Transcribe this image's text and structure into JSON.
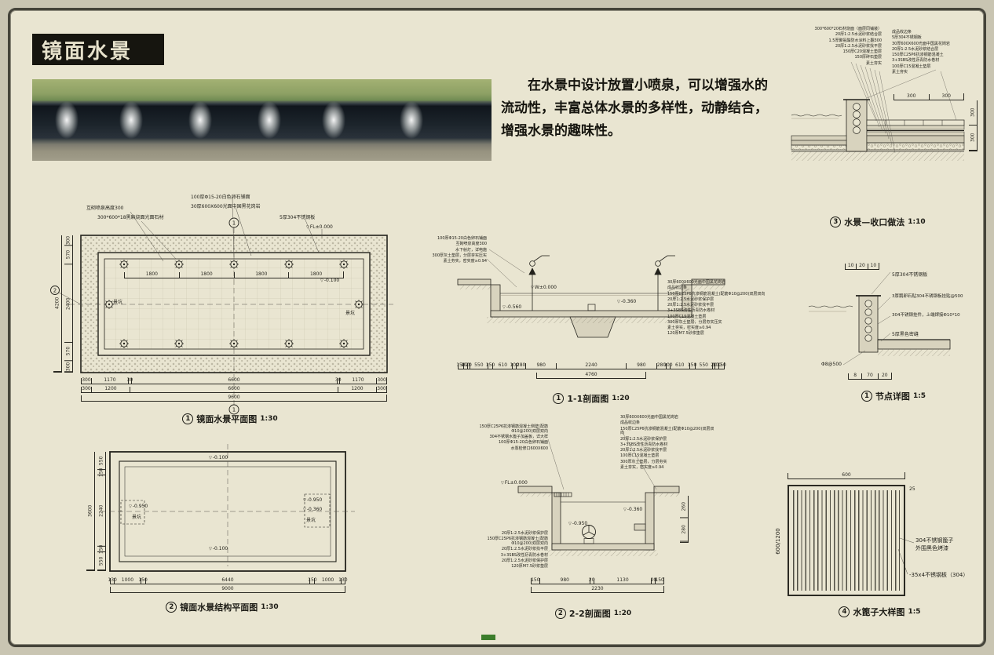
{
  "page": {
    "title": "镜面水景",
    "intro": "在水景中设计放置小喷泉，可以增强水的流动性，丰富总体水景的多样性，动静结合，增强水景的趣味性。"
  },
  "plan": {
    "caption": {
      "num": "1",
      "title": "镜面水景平面图",
      "scale": "1:30"
    },
    "notes": [
      "互砌喷泉高度300",
      "300*600*18黑麻烧面光面石材",
      "100厚Φ15-20白色卵石铺面",
      "30厚600X600光面中国黑花岗岩",
      "5厚304不锈钢板"
    ],
    "level_top": "FL±0.000",
    "level_pool": "-0.100",
    "pit": "景坑",
    "marker1": "1",
    "marker2": "2",
    "dims_spacing": [
      "1800",
      "1800",
      "1800",
      "1800"
    ],
    "dims_bottom_1": [
      "300",
      "1170",
      "30",
      "6600",
      "30",
      "1170",
      "300"
    ],
    "dims_bottom_2": [
      "300",
      "1200",
      "6600",
      "1200",
      "300"
    ],
    "dims_bottom_total": [
      "9600"
    ],
    "dims_left": [
      "300",
      "570",
      "2400",
      "570",
      "300"
    ],
    "dims_left_total": [
      "4200"
    ]
  },
  "structure": {
    "caption": {
      "num": "2",
      "title": "镜面水景结构平面图",
      "scale": "1:30"
    },
    "level_top": "-0.100",
    "level_bottom": "-0.100",
    "level_left": "-0.950",
    "level_right1": "-0.950",
    "level_right2": "-0.360",
    "pit": "景坑",
    "dims_bottom_1": [
      "130",
      "1000",
      "150",
      "6440",
      "150",
      "1000",
      "130"
    ],
    "dims_bottom_total": [
      "9000"
    ],
    "dims_left": [
      "550",
      "150",
      "2240",
      "150",
      "550"
    ],
    "dims_left_total": [
      "3600"
    ]
  },
  "section11": {
    "caption": {
      "num": "1",
      "title": "1-1剖面图",
      "scale": "1:20"
    },
    "notes_left": [
      "100厚Φ15-20白色卵石铺面",
      "互砌喷泉高度300",
      "水下射灯，详电施",
      "300厚灰土垫层，分层夯实压实",
      "素土夯实，密实度≥0.94"
    ],
    "notes_right": [
      "30厚600X600光面中国黑花岗岩",
      "成品收边条",
      "150厚C25P6抗渗钢筋混凝土(配筋Φ10@200)双层双向",
      "20厚1:2.5水泥砂浆保护层",
      "20厚1:2.5水泥砂浆找平层",
      "3+3SBS改性沥青防水卷材",
      "100厚C15混凝土垫层",
      "300厚灰土垫层，分层夯实压实",
      "素土夯实，密实度≥0.94",
      "120厚M7.5砂浆垫层"
    ],
    "level_w": "W±0.000",
    "level_a": "-0.560",
    "level_b": "-0.360",
    "dims_1": [
      "150",
      "100",
      "20",
      "550",
      "150",
      "610",
      "100",
      "280",
      "980",
      "2240",
      "980",
      "280",
      "100",
      "610",
      "150",
      "550",
      "20",
      "100",
      "150"
    ],
    "dims_2": [
      "4760"
    ]
  },
  "section22": {
    "caption": {
      "num": "2",
      "title": "2-2剖面图",
      "scale": "1:20"
    },
    "notes_left_top": [
      "150厚C25P6抗渗钢筋混凝土侧壁(配筋Φ10@200)双层双向",
      "304不锈钢水篦子加盖板，详大样",
      "100厚Φ15-20白色卵石铺面",
      "水泵检修口600X600"
    ],
    "notes_right": [
      "30厚600X600光面中国黑花岗岩",
      "成品收边条",
      "150厚C25P6抗渗钢筋混凝土(配筋Φ10@200)双层双向",
      "20厚1:2.5水泥砂浆保护层",
      "3+3SBS改性沥青防水卷材",
      "20厚1:2.5水泥砂浆找平层",
      "100厚C15混凝土垫层",
      "300厚灰土垫层，分层夯实",
      "素土夯实，密实度≥0.94"
    ],
    "notes_left_bottom": [
      "20厚1:2.5水泥砂浆保护层",
      "150厚C25P6抗渗钢筋混凝土(配筋Φ10@200)双层双向",
      "20厚1:2.5水泥砂浆找平层",
      "3+3SBS改性沥青防水卷材",
      "20厚1:2.5水泥砂浆保护层",
      "120厚M7.5砂浆垫层"
    ],
    "level_fl": "FL±0.000",
    "level_a": "-0.950",
    "level_b": "-0.360",
    "dims_side": [
      "260",
      "280"
    ],
    "dims_1": [
      "150",
      "980",
      "20",
      "1130",
      "20",
      "150"
    ],
    "dims_2": [
      "2230"
    ]
  },
  "edge_detail": {
    "caption": {
      "num": "3",
      "title": "水景—收口做法",
      "scale": "1:10"
    },
    "notes_left": [
      "300*600*20石材烧面（面层同铺装）",
      "20厚1:2.5水泥砂浆结合层",
      "1.5厚聚氨酯防水涂料上翻300",
      "20厚1:2.5水泥砂浆找平层",
      "150厚C20混凝土垫层",
      "150厚碎石垫层",
      "素土夯实"
    ],
    "notes_right": [
      "成品收边条",
      "5厚304不锈钢板",
      "30厚600X600光面中国黑花岗岩",
      "20厚1:2.5水泥砂浆结合层",
      "150厚C25P6抗渗钢筋混凝土",
      "3+3SBS改性沥青防水卷材",
      "100厚C15混凝土垫层",
      "素土夯实"
    ],
    "dims_top": [
      "300",
      "300"
    ],
    "dims_right": [
      "300",
      "300"
    ]
  },
  "node_detail": {
    "caption": {
      "num": "1",
      "title": "节点详图",
      "scale": "1:5"
    },
    "notes": [
      "5厚304不锈钢板",
      "3厚鹅卵石贴304不锈钢板挂贴@500",
      "304不锈钢挂件，上端焊接Φ10*10",
      "5厚黑色密缝",
      "Φ8@500"
    ],
    "dims_top": [
      "10",
      "20",
      "10"
    ],
    "dims_bottom": [
      "8",
      "70",
      "20"
    ]
  },
  "grate_detail": {
    "caption": {
      "num": "4",
      "title": "水篦子大样图",
      "scale": "1:5"
    },
    "dim_top": [
      "600"
    ],
    "dim_left": "600/1200",
    "dim_right": "25",
    "label_material": "304不锈钢篦子",
    "label_material2": "外围黑色烤漆",
    "label_frame": "-35x4不锈钢板（304）"
  }
}
